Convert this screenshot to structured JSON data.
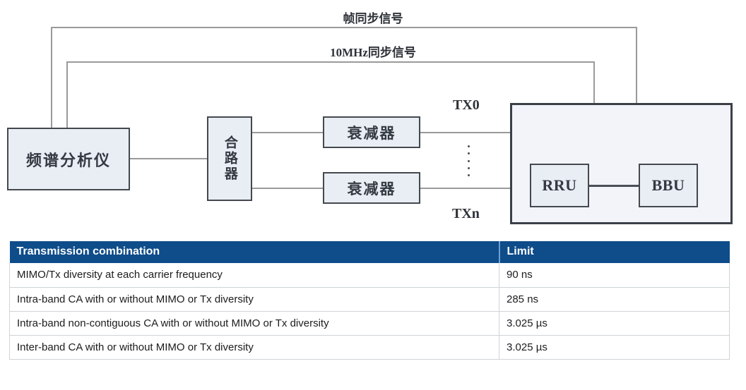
{
  "diagram": {
    "signals": [
      {
        "name": "frame-sync",
        "label": "帧同步信号"
      },
      {
        "name": "ref-clock-sync",
        "label": "10MHz同步信号"
      }
    ],
    "nodes": {
      "spectrum_analyzer": "频谱分析仪",
      "combiner": "合路器",
      "attenuator_top": "衰减器",
      "attenuator_bottom": "衰减器",
      "rru": "RRU",
      "bbu": "BBU"
    },
    "ports": {
      "tx_first": "TX0",
      "tx_last": "TXn",
      "ellipsis": "⋮"
    }
  },
  "table": {
    "headers": [
      "Transmission combination",
      "Limit"
    ],
    "header_bg": "#0e4c8a",
    "header_fg": "#ffffff",
    "rows": [
      {
        "combination": "MIMO/Tx diversity at each carrier frequency",
        "limit": "90 ns"
      },
      {
        "combination": "Intra-band CA with or without MIMO or Tx diversity",
        "limit": "285 ns"
      },
      {
        "combination": "Intra-band non-contiguous CA with or without MIMO or Tx diversity",
        "limit": "3.025 µs"
      },
      {
        "combination": "Inter-band CA with or without MIMO or Tx diversity",
        "limit": "3.025 µs"
      }
    ]
  }
}
